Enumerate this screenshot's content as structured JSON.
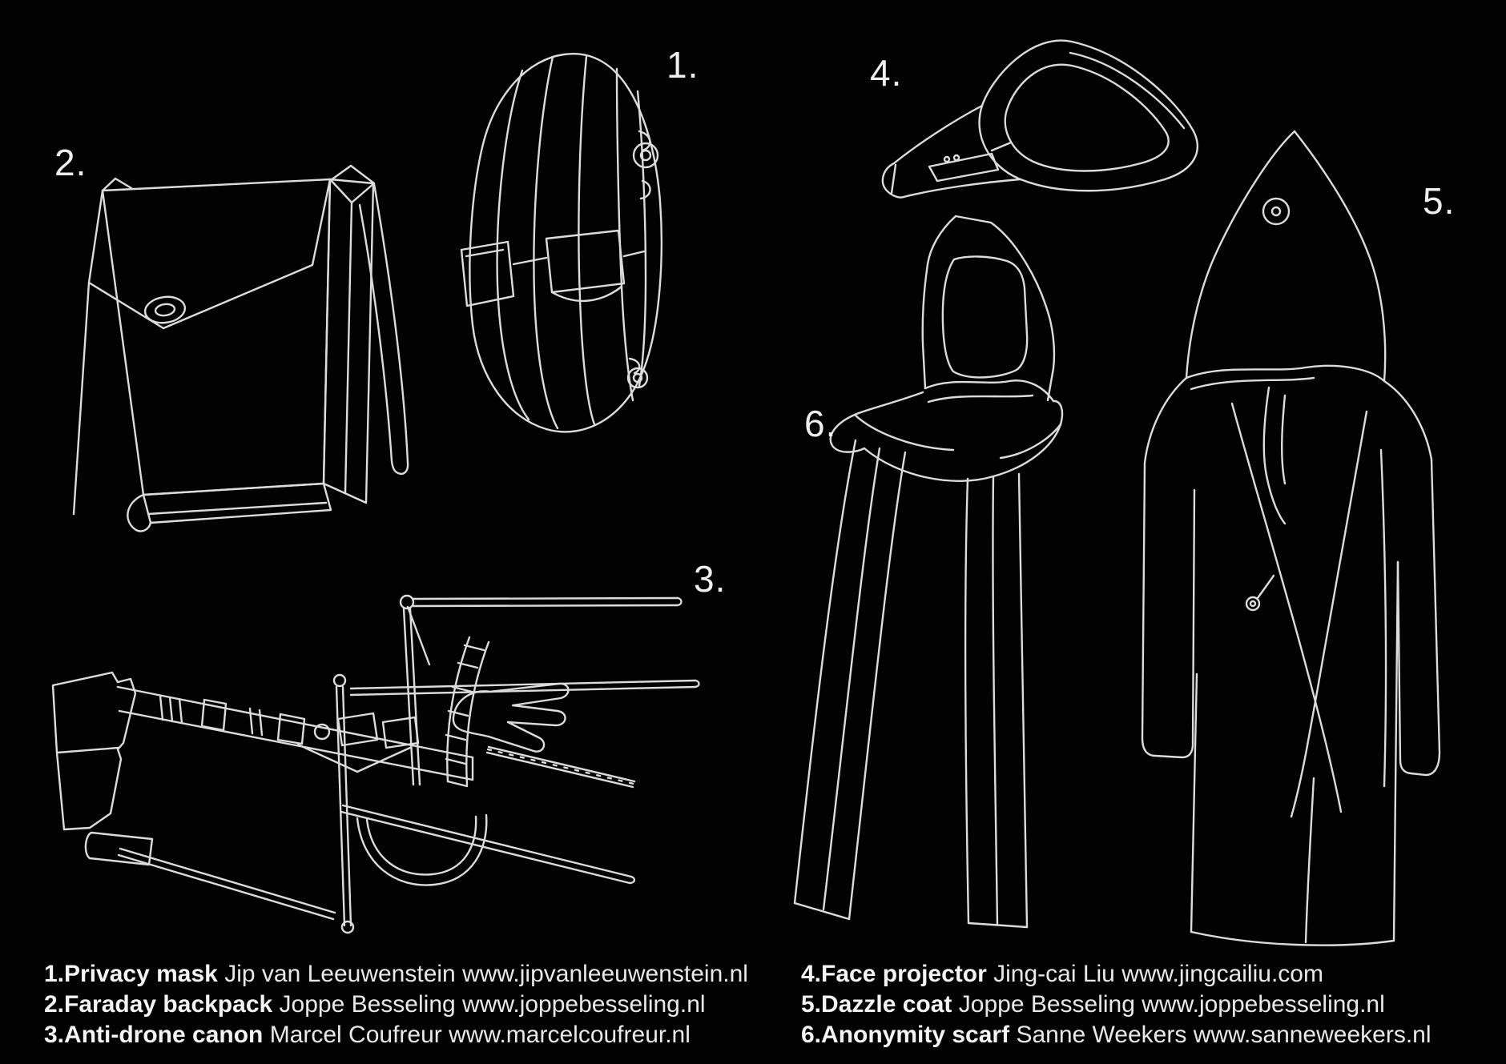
{
  "page": {
    "background": "#020202",
    "line_color": "#dcdcdc",
    "text_color": "#f4f4f4"
  },
  "figures": [
    {
      "label": "1.",
      "title": "Privacy mask",
      "credit": "Jip van Leeuwenstein",
      "url": "www.jipvanleeuwenstein.nl"
    },
    {
      "label": "2.",
      "title": "Faraday backpack",
      "credit": "Joppe Besseling",
      "url": "www.joppebesseling.nl"
    },
    {
      "label": "3.",
      "title": "Anti-drone canon",
      "credit": "Marcel Coufreur",
      "url": "www.marcelcoufreur.nl"
    },
    {
      "label": "4.",
      "title": "Face projector",
      "credit": "Jing-cai Liu",
      "url": "www.jingcailiu.com"
    },
    {
      "label": "5.",
      "title": "Dazzle coat",
      "credit": "Joppe Besseling",
      "url": "www.joppebesseling.nl"
    },
    {
      "label": "6.",
      "title": "Anonymity scarf",
      "credit": "Sanne Weekers",
      "url": "www.sanneweekers.nl"
    }
  ]
}
